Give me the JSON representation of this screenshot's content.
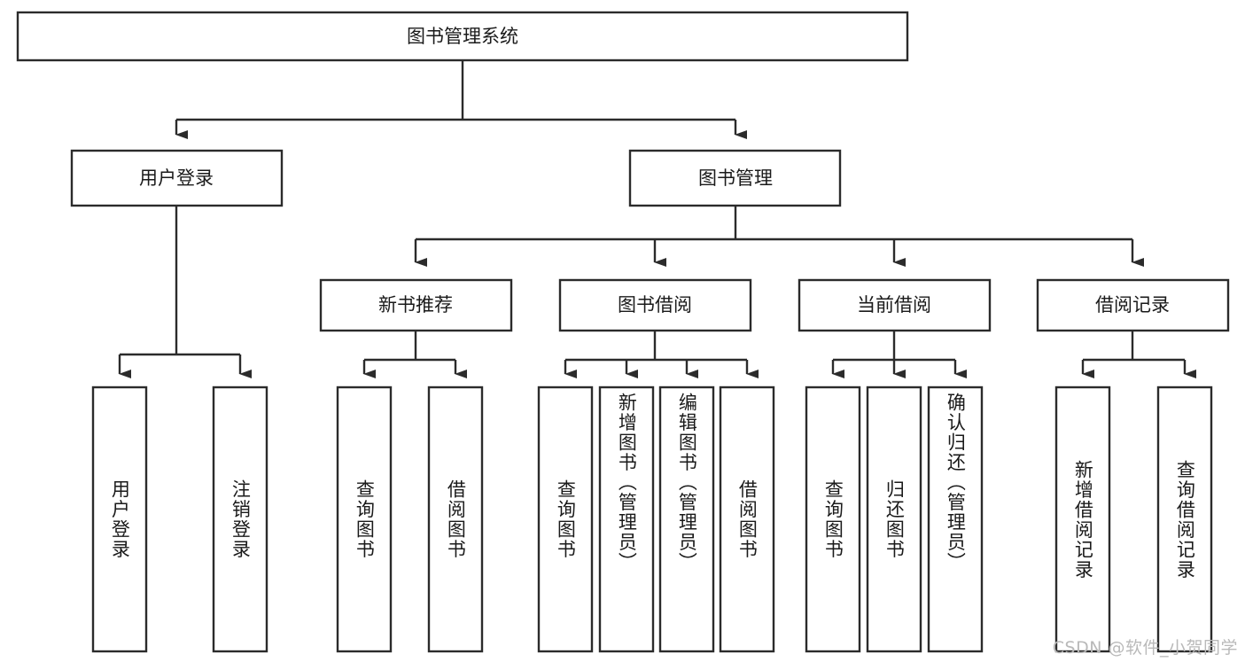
{
  "diagram": {
    "type": "tree",
    "title": "图书管理系统",
    "orientation": "top-down",
    "watermark": "CSDN @软件_小贺同学",
    "colors": {
      "box_stroke": "#2b2b2b",
      "box_fill": "#ffffff",
      "line": "#2b2b2b",
      "text": "#1a1a1a",
      "watermark": "#b9b9b9",
      "background": "#ffffff"
    },
    "nodes": {
      "root": {
        "label": "图书管理系统",
        "level": 0
      },
      "level2": [
        {
          "label": "用户登录"
        },
        {
          "label": "图书管理"
        }
      ],
      "level3": [
        {
          "label": "新书推荐"
        },
        {
          "label": "图书借阅"
        },
        {
          "label": "当前借阅"
        },
        {
          "label": "借阅记录"
        }
      ],
      "leaves": {
        "user_login": [
          {
            "label": "用户登录"
          },
          {
            "label": "注销登录"
          }
        ],
        "new_book_recommend": [
          {
            "label": "查询图书"
          },
          {
            "label": "借阅图书"
          }
        ],
        "book_borrow": [
          {
            "label": "查询图书"
          },
          {
            "label": "新增图书（管理员）"
          },
          {
            "label": "编辑图书（管理员）"
          },
          {
            "label": "借阅图书"
          }
        ],
        "current_borrow": [
          {
            "label": "查询图书"
          },
          {
            "label": "归还图书"
          },
          {
            "label": "确认归还（管理员）"
          }
        ],
        "borrow_record": [
          {
            "label": "新增借阅记录"
          },
          {
            "label": "查询借阅记录"
          }
        ]
      }
    }
  }
}
